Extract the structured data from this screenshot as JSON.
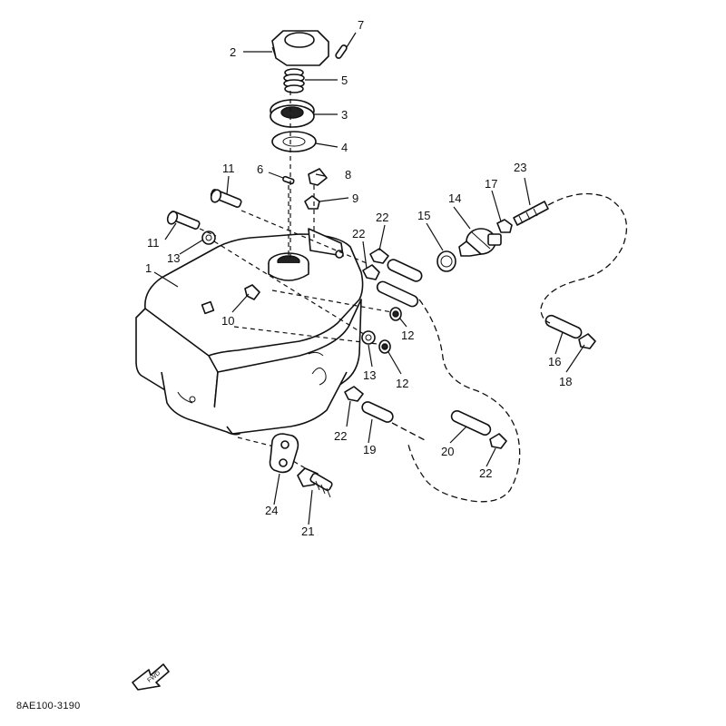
{
  "diagram": {
    "reference_code": "8AE100-3190",
    "fwd_label": "FWD",
    "callouts": [
      {
        "id": "2",
        "label": "2"
      },
      {
        "id": "7",
        "label": "7"
      },
      {
        "id": "5",
        "label": "5"
      },
      {
        "id": "3",
        "label": "3"
      },
      {
        "id": "4",
        "label": "4"
      },
      {
        "id": "6",
        "label": "6"
      },
      {
        "id": "8",
        "label": "8"
      },
      {
        "id": "9",
        "label": "9"
      },
      {
        "id": "11a",
        "label": "11"
      },
      {
        "id": "11b",
        "label": "11"
      },
      {
        "id": "13a",
        "label": "13"
      },
      {
        "id": "1",
        "label": "1"
      },
      {
        "id": "10",
        "label": "10"
      },
      {
        "id": "22a",
        "label": "22"
      },
      {
        "id": "22b",
        "label": "22"
      },
      {
        "id": "15",
        "label": "15"
      },
      {
        "id": "14",
        "label": "14"
      },
      {
        "id": "17",
        "label": "17"
      },
      {
        "id": "23",
        "label": "23"
      },
      {
        "id": "12a",
        "label": "12"
      },
      {
        "id": "12b",
        "label": "12"
      },
      {
        "id": "13b",
        "label": "13"
      },
      {
        "id": "16",
        "label": "16"
      },
      {
        "id": "18",
        "label": "18"
      },
      {
        "id": "22c",
        "label": "22"
      },
      {
        "id": "19",
        "label": "19"
      },
      {
        "id": "20",
        "label": "20"
      },
      {
        "id": "22d",
        "label": "22"
      },
      {
        "id": "24",
        "label": "24"
      },
      {
        "id": "21",
        "label": "21"
      }
    ]
  }
}
